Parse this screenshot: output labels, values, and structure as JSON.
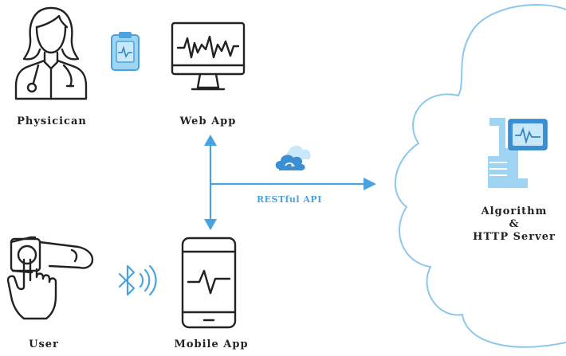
{
  "nodes": {
    "physician": "Physicican",
    "web_app": "Web App",
    "user": "User",
    "mobile_app": "Mobile App",
    "server_line1": "Algorithm",
    "server_line2": "&",
    "server_line3": "HTTP Server"
  },
  "connections": {
    "api": "RESTful API"
  },
  "colors": {
    "accent": "#4aa3df",
    "accent_fill": "#9fd4f3",
    "ink": "#222222"
  }
}
